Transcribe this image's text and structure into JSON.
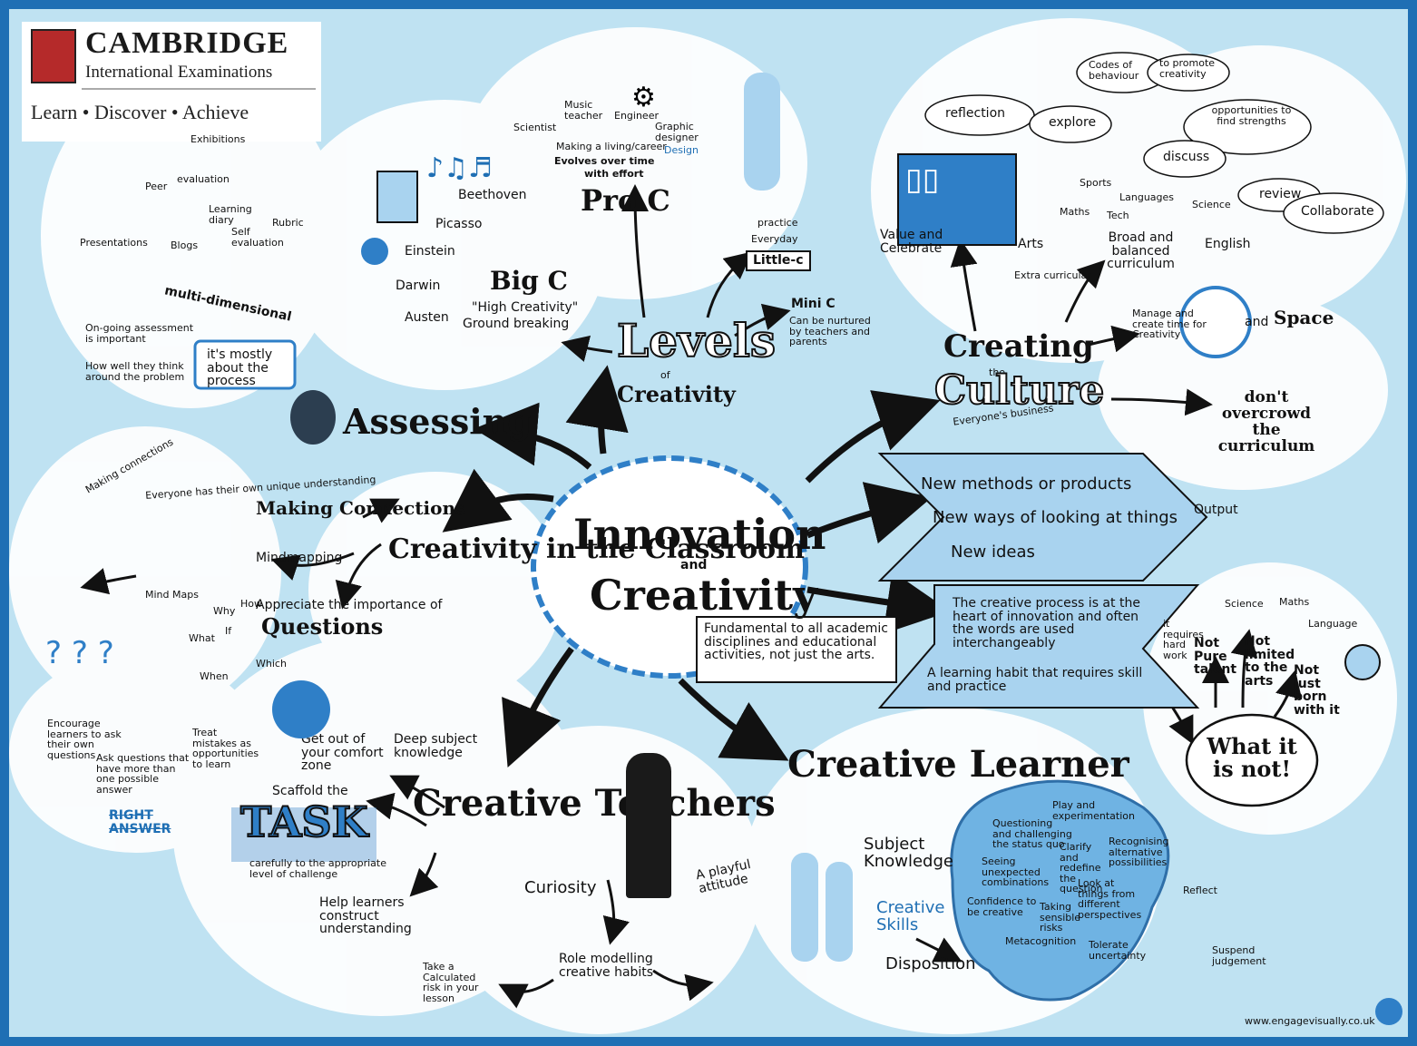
{
  "colors": {
    "frame": "#1f6fb4",
    "background": "#bfe2f2",
    "cloud": "#ffffff",
    "accent": "#2f7fc7",
    "ink": "#111111",
    "panel": "#a9d3ef"
  },
  "brand": {
    "name": "CAMBRIDGE",
    "subtitle": "International Examinations",
    "tagline": "Learn • Discover • Achieve",
    "logo_icon": "cambridge-shield-icon"
  },
  "center": {
    "line1": "Innovation",
    "and": "and",
    "line2": "Creativity",
    "note": "Fundamental to all academic disciplines and educational activities, not just the arts."
  },
  "levels": {
    "title": "Levels",
    "of": "of",
    "sub": "Creativity",
    "big_c": {
      "title": "Big C",
      "quote": "\"High Creativity\"",
      "desc": "Ground breaking",
      "names": [
        "Beethoven",
        "Picasso",
        "Einstein",
        "Darwin",
        "Austen"
      ]
    },
    "pro_c": {
      "title": "Pro C",
      "desc": [
        "Making a living/career",
        "Evolves over time",
        "with effort"
      ],
      "roles": [
        "Scientist",
        "Music teacher",
        "Engineer",
        "Graphic designer",
        "Design"
      ]
    },
    "little_c": {
      "title": "Little-c",
      "practice": "practice",
      "everyday": "Everyday"
    },
    "mini_c": {
      "title": "Mini C",
      "desc": "Can be nurtured by teachers and parents"
    }
  },
  "assessing": {
    "title": "Assessing",
    "items": [
      "Exhibitions",
      "Peer",
      "evaluation",
      "Presentations",
      "Blogs",
      "Learning diary",
      "Self evaluation",
      "Rubric"
    ],
    "funnel": "multi-dimensional",
    "notes": [
      "On-going assessment is important",
      "How well they think around the problem"
    ],
    "bubble": "it's mostly about the process"
  },
  "culture": {
    "title": "Creating",
    "the": "the",
    "title2": "Culture",
    "sub": "Everyone's business",
    "value": "Value and Celebrate",
    "clouds": [
      "reflection",
      "explore",
      "Codes of behaviour",
      "to promote creativity",
      "opportunities to find strengths",
      "discuss",
      "review",
      "Collaborate"
    ],
    "curriculum": {
      "label": "Broad and balanced curriculum",
      "subjects": [
        "Sports",
        "Maths",
        "Languages",
        "Tech",
        "Science",
        "Arts",
        "English",
        "Extra curricular"
      ]
    },
    "time": "Manage and create time for Creativity",
    "and": "and",
    "space": "Space",
    "warning": "don't overcrowd the curriculum"
  },
  "output": {
    "label": "Output",
    "items": [
      "New methods or products",
      "New ways of looking at things",
      "New ideas"
    ]
  },
  "definition": {
    "items": [
      "The creative process is at the heart of innovation and often the words are used interchangeably",
      "A learning habit that requires skill and practice"
    ]
  },
  "what_it_is_not": {
    "title": "What it is not!",
    "items": [
      "it requires hard work",
      "Not Pure talent",
      "Not limited to the arts",
      "Not just born with it"
    ],
    "subjects": [
      "Science",
      "Maths",
      "Language"
    ]
  },
  "classroom": {
    "title": "Creativity in the Classroom",
    "making": "Making Connections",
    "mind": "Mindmapping",
    "maps": "Mind Maps",
    "everyone": "Everyone has their own unique understanding",
    "making_connections": "Making connections",
    "questions": {
      "appreciate": "Appreciate the importance of",
      "word": "Questions",
      "prompts": [
        "Why",
        "How",
        "What",
        "If",
        "Which",
        "When"
      ]
    },
    "encourage": "Encourage learners to ask their own questions",
    "ask": "Ask questions that have more than one possible answer",
    "right": "RIGHT ANSWER",
    "mistakes": "Treat mistakes as opportunities to learn"
  },
  "teachers": {
    "title": "Creative Teachers",
    "deep": "Deep subject knowledge",
    "comfort": "Get out of your comfort zone",
    "scaffold": "Scaffold the",
    "task": "TASK",
    "task_note": "carefully to the appropriate level of challenge",
    "help": "Help learners construct understanding",
    "curiosity": "Curiosity",
    "risk": "Take a Calculated risk in your lesson",
    "role": "Role modelling creative habits",
    "playful": "A playful attitude"
  },
  "learner": {
    "title": "Creative Learner",
    "items": [
      "Subject Knowledge",
      "Creative Skills",
      "Disposition"
    ],
    "brain": [
      "Play and experimentation",
      "Questioning and challenging the status quo",
      "Clarify and redefine the question",
      "Recognising alternative possibilities",
      "Seeing unexpected combinations",
      "Look at things from different perspectives",
      "Confidence to be creative",
      "Taking sensible risks",
      "Metacognition",
      "Tolerate uncertainty",
      "Suspend judgement",
      "Reflect"
    ]
  },
  "footer": "www.engagevisually.co.uk"
}
